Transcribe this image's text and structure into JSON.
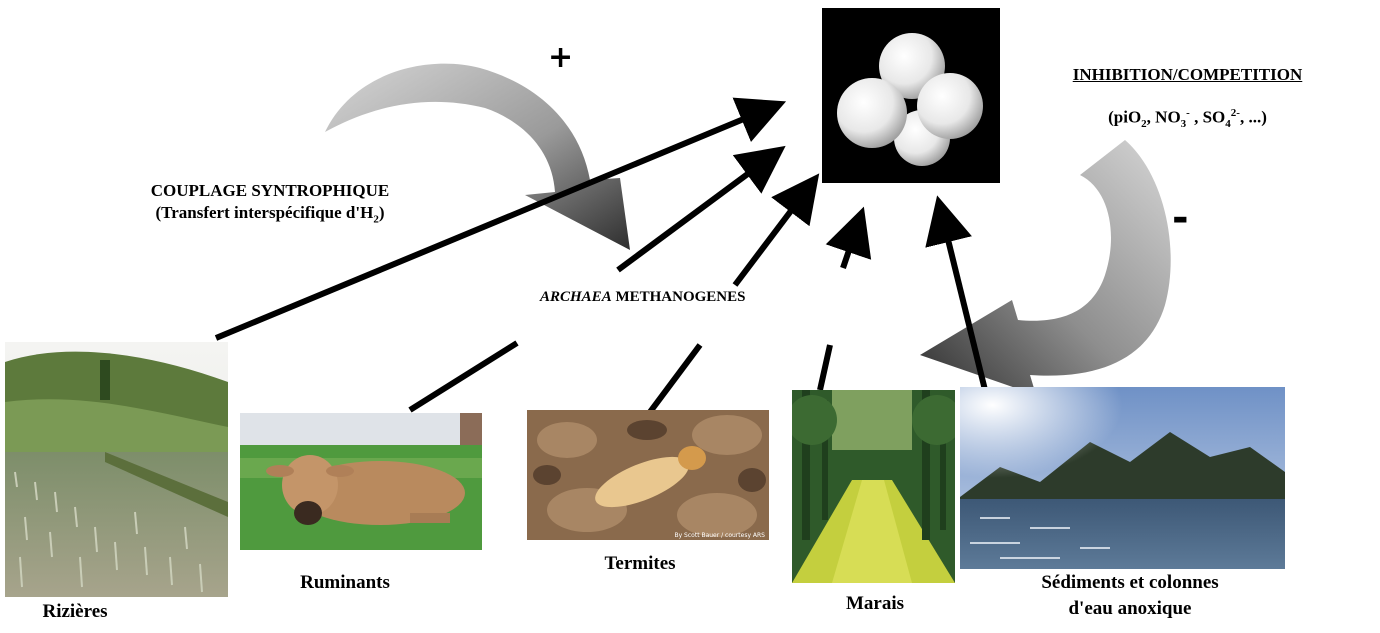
{
  "labels": {
    "coupling_title": "COUPLAGE SYNTROPHIQUE",
    "coupling_sub_prefix": "(Transfert interspécifique d'H",
    "coupling_sub_sub": "2",
    "coupling_sub_suffix": ")",
    "archaea_italic": "ARCHAEA",
    "archaea_rest": " METHANOGENES",
    "inhibition_title": "INHIBITION/COMPETITION",
    "inh_open": "(piO",
    "inh_o2_sub": "2",
    "inh_no3": ", NO",
    "inh_no3_sub": "3",
    "inh_no3_sup": "-",
    "inh_so4": " , SO",
    "inh_so4_sub": "4",
    "inh_so4_sup": "2-",
    "inh_close": ", ...)",
    "plus": "+",
    "minus": "-"
  },
  "habitats": [
    {
      "label": "Rizières"
    },
    {
      "label": "Ruminants"
    },
    {
      "label": "Termites"
    },
    {
      "label": "Marais"
    },
    {
      "label_line1": "Sédiments et colonnes",
      "label_line2": "d'eau anoxique"
    }
  ],
  "photo_credit": "By Scott Bauer / courtesy ARS",
  "colors": {
    "arrow_gray_light": "#c8c8c8",
    "arrow_gray_dark": "#3a3a3a",
    "molecule_bg": "#000000"
  }
}
